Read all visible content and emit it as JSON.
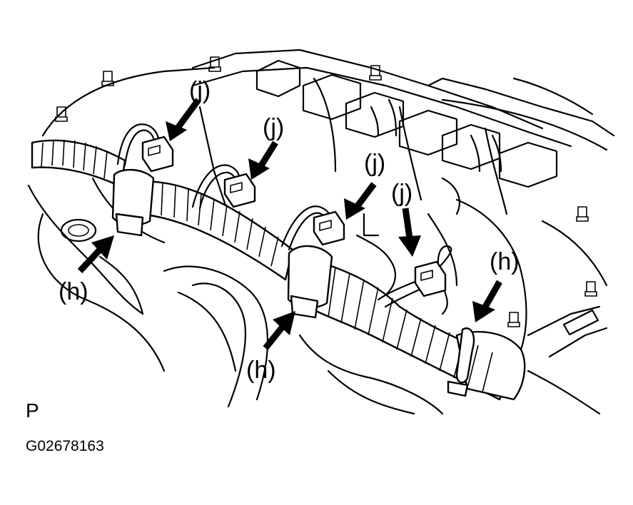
{
  "figure": {
    "view_letter": "P",
    "figure_id": "G02678163"
  },
  "callouts": {
    "clip": "(h)",
    "connector": "(j)"
  },
  "colors": {
    "ink": "#000000",
    "paper": "#ffffff"
  }
}
